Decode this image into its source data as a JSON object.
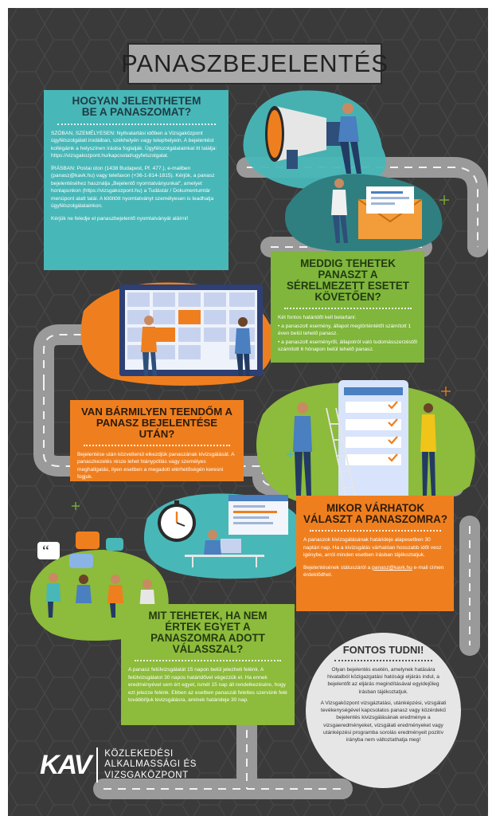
{
  "title": "PANASZBEJELENTÉS",
  "section1": {
    "heading": "HOGYAN JELENTHETEM BE A PANASZOMAT?",
    "p1": "SZÓBAN, SZEMÉLYESEN: Nyitvatartási időben a Vizsgaközpont ügyfélszolgálati irodáiban, székhelyén vagy telephelyein. A bejelentést kollégáink a helyszínen írásba foglalják. Ügyfélszolgálatainkat itt találja: https://vizsgakozpont.hu/kapcsolat/ugyfelszolgalat.",
    "p2": "ÍRÁSBAN: Postai úton (1438 Budapest, Pf. 477.), e-mailben (panasz@kavk.hu) vagy telefaxon (+36-1-814-1815). Kérjük, a panasz bejelentéséhez használja „Bejelentő nyomtatványunkat”, amelyet honlapunkon (https://vizsgakozpont.hu) a Tudástár / Dokumentumtár menüpont alatt talál. A kitöltött nyomtatványt személyesen is leadhatja ügyfélszolgálatainkon.",
    "p3": "Kérjük ne feledje el panaszbejelentő nyomtatványát aláírni!"
  },
  "section2": {
    "heading": "MEDDIG TEHETEK PANASZT A SÉRELMEZETT ESETET KÖVETŐEN?",
    "intro": "Két fontos határidőt kell betartani:",
    "b1": "• a panaszolt esemény, állapot megtörténtétől számított 1 éven belül tehető panasz.",
    "b2": "• a panaszolt eseményről, állapotról való tudomásszerzéstől számított 6 hónapon belül tehető panasz."
  },
  "section3": {
    "heading": "VAN BÁRMILYEN TEENDŐM A PANASZ BEJELENTÉSE UTÁN?",
    "p1": "Bejelentése után közvetlenül elkezdjük panaszának kivizsgálását. A panaszkezelés része lehet hiánypótlás vagy személyes meghallgatás, ilyen esetben a megadott elérhetőségén keresni fogjuk."
  },
  "section4": {
    "heading": "MIKOR VÁRHATOK VÁLASZT A PANASZOMRA?",
    "p1": "A panaszok kivizsgálásának határideje alapesetben 30 naptári nap. Ha a kivizsgálás várhatóan hosszabb időt vesz igénybe, arról minden esetben írásban tájékoztatjuk.",
    "p2_pre": "Bejelentésének státuszáról a ",
    "p2_link": "panasz@kavk.hu",
    "p2_post": " e-mail címen érdeklődhet."
  },
  "section5": {
    "heading": "MIT TEHETEK, HA NEM ÉRTEK EGYET A PANASZOMRA ADOTT VÁLASSZAL?",
    "p1": "A panasz felülvizsgálatát 15 napon belül jelezheti felénk. A felülvizsgálatot 30 napos határidővel végezzük el. Ha ennek eredményével sem ért egyet, ismét 15 nap áll rendelkezésére, hogy ezt jelezze felénk. Ebben az esetben panaszát felettes szervünk felé továbbítjuk kivizsgálásra, aminek határideje 30 nap."
  },
  "fontos": {
    "heading": "FONTOS TUDNI!",
    "p1": "Olyan bejelentés esetén, amelynek hatására hivatalból közigazgatási hatósági eljárás indul, a bejelentőt az eljárás megindításával egyidejűleg írásban tájékoztatjuk.",
    "p2": "A Vizsgaközpont vizsgáztatási, utánképzési, vizsgálati tevékenységével kapcsolatos panasz vagy közérdekű bejelentés kivizsgálásának eredménye a vizsgaeredményeket, vizsgálati eredményeket vagy utánképzési programba sorolás eredményeit pozitív irányba nem változtathatja meg!"
  },
  "footer": {
    "logo": "KAV",
    "line1": "KÖZLEKEDÉSI",
    "line2": "ALKALMASSÁGI ÉS",
    "line3": "VIZSGAKÖZPONT"
  },
  "colors": {
    "background": "#3a3a3a",
    "teal": "#48b7b8",
    "green": "#7fb63b",
    "orange": "#ef7f1e",
    "circle": "#e6e6e6"
  }
}
